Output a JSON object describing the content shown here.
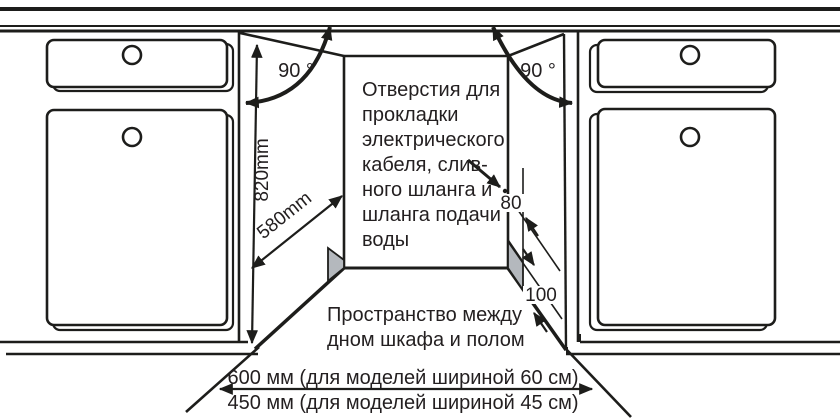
{
  "diagram": {
    "colors": {
      "line": "#1d1d1b",
      "panel": "#b4b8bd",
      "background": "#ffffff"
    },
    "angles": {
      "left": "90 °",
      "right": "90 °"
    },
    "dimensions": {
      "niche_height": "820mm",
      "niche_depth": "580mm",
      "hole_size": "80",
      "plinth_space": "100",
      "width_60": "600 мм (для моделей шириной 60 см)",
      "width_45": "450 мм (для моделей шириной 45 см)"
    },
    "notes": {
      "holes": {
        "line1": "Отверстия для",
        "line2": "прокладки",
        "line3": "электрического",
        "line4": "кабеля, слив-",
        "line5": "ного шланга и",
        "line6": "шланга подачи",
        "line7": "воды"
      },
      "floor_space": {
        "line1": "Пространство между",
        "line2": "дном шкафа и полом"
      }
    }
  }
}
